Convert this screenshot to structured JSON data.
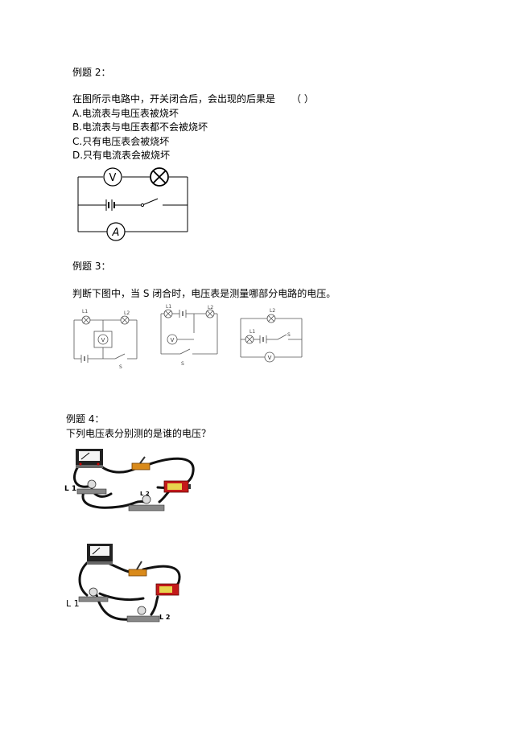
{
  "ex2": {
    "heading": "例题 2：",
    "question": "在图所示电路中，开关闭合后，会出现的后果是",
    "paren": "（    ）",
    "options": [
      "A.电流表与电压表被烧坏",
      "B.电流表与电压表都不会被烧坏",
      "C.只有电压表会被烧坏",
      "D.只有电流表会被烧坏"
    ],
    "meter_v": "V",
    "meter_a": "A"
  },
  "ex3": {
    "heading": "例题 3：",
    "question": "判断下图中，当 S 闭合时，电压表是测量哪部分电路的电压。",
    "c1": {
      "l1": "L1",
      "l2": "L2",
      "v": "V",
      "s": "S"
    },
    "c2": {
      "l1": "L1",
      "l2": "L2",
      "v": "V",
      "s": "S"
    },
    "c3": {
      "l1": "L1",
      "l2": "L2",
      "v": "V",
      "s": "S"
    }
  },
  "ex4": {
    "heading": "例题 4：",
    "question": "下列电压表分别测的是谁的电压？",
    "fig1": {
      "l1": "L 1",
      "l2": "L 2"
    },
    "fig2": {
      "l1": "L 1",
      "l2": "L 2"
    }
  }
}
